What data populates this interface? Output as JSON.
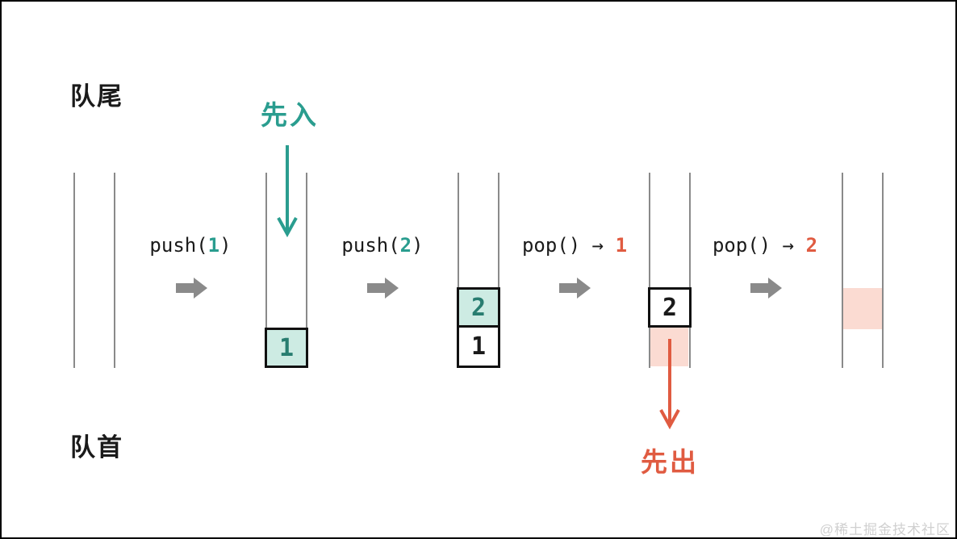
{
  "diagram": {
    "tail_label": "队尾",
    "head_label": "队首",
    "first_in_label": "先入",
    "first_out_label": "先出",
    "watermark": "@稀土掘金技术社区"
  },
  "operations": [
    {
      "prefix": "push(",
      "value": "1",
      "suffix": ")"
    },
    {
      "prefix": "push(",
      "value": "2",
      "suffix": ")"
    },
    {
      "prefix": "pop() → ",
      "value": "1",
      "suffix": ""
    },
    {
      "prefix": "pop() → ",
      "value": "2",
      "suffix": ""
    }
  ],
  "queues": [
    {
      "cells": []
    },
    {
      "cells": [
        {
          "value": "1",
          "style": "mint"
        }
      ]
    },
    {
      "cells": [
        {
          "value": "2",
          "style": "mint"
        },
        {
          "value": "1",
          "style": "white"
        }
      ]
    },
    {
      "cells": [
        {
          "value": "2",
          "style": "white"
        },
        {
          "value": "",
          "style": "ghost"
        }
      ]
    },
    {
      "cells": [
        {
          "value": "",
          "style": "ghost"
        }
      ]
    }
  ],
  "colors": {
    "teal": "#2a9d8f",
    "teal-dark": "#287d70",
    "mint": "#cdebe3",
    "orange": "#e05b41",
    "pink": "#fbdbd2",
    "gray-arrow": "#8a8a8a",
    "tube-line": "#8a8a8a",
    "text": "#1a1a1a",
    "watermark": "#d0d0d0"
  }
}
